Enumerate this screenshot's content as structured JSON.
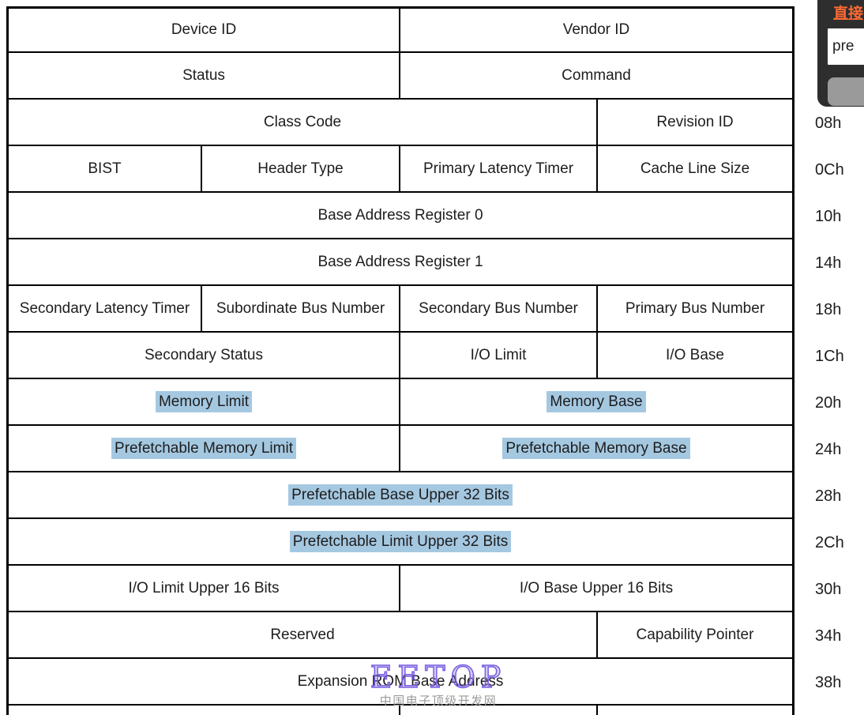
{
  "table": {
    "description": "PCI-to-PCI bridge configuration header register layout",
    "rows": [
      {
        "offset": "",
        "cells": [
          {
            "label": "Device ID",
            "span": 2
          },
          {
            "label": "Vendor ID",
            "span": 2
          }
        ]
      },
      {
        "offset": "",
        "cells": [
          {
            "label": "Status",
            "span": 2
          },
          {
            "label": "Command",
            "span": 2
          }
        ]
      },
      {
        "offset": "08h",
        "cells": [
          {
            "label": "Class Code",
            "span": 3
          },
          {
            "label": "Revision ID",
            "span": 1
          }
        ]
      },
      {
        "offset": "0Ch",
        "cells": [
          {
            "label": "BIST",
            "span": 1
          },
          {
            "label": "Header Type",
            "span": 1
          },
          {
            "label": "Primary Latency Timer",
            "span": 1
          },
          {
            "label": "Cache Line Size",
            "span": 1
          }
        ]
      },
      {
        "offset": "10h",
        "cells": [
          {
            "label": "Base Address Register 0",
            "span": 4
          }
        ]
      },
      {
        "offset": "14h",
        "cells": [
          {
            "label": "Base Address Register 1",
            "span": 4
          }
        ]
      },
      {
        "offset": "18h",
        "cells": [
          {
            "label": "Secondary Latency Timer",
            "span": 1
          },
          {
            "label": "Subordinate Bus Number",
            "span": 1
          },
          {
            "label": "Secondary Bus Number",
            "span": 1
          },
          {
            "label": "Primary Bus Number",
            "span": 1
          }
        ]
      },
      {
        "offset": "1Ch",
        "cells": [
          {
            "label": "Secondary Status",
            "span": 2
          },
          {
            "label": "I/O Limit",
            "span": 1
          },
          {
            "label": "I/O Base",
            "span": 1
          }
        ]
      },
      {
        "offset": "20h",
        "cells": [
          {
            "label": "Memory Limit",
            "span": 2,
            "highlighted": true
          },
          {
            "label": "Memory Base",
            "span": 2,
            "highlighted": true
          }
        ]
      },
      {
        "offset": "24h",
        "cells": [
          {
            "label": "Prefetchable Memory Limit",
            "span": 2,
            "highlighted": true
          },
          {
            "label": "Prefetchable Memory Base",
            "span": 2,
            "highlighted": true
          }
        ]
      },
      {
        "offset": "28h",
        "cells": [
          {
            "label": "Prefetchable Base Upper 32 Bits",
            "span": 4,
            "highlighted": true
          }
        ]
      },
      {
        "offset": "2Ch",
        "cells": [
          {
            "label": "Prefetchable Limit Upper 32 Bits",
            "span": 4,
            "highlighted": true
          }
        ]
      },
      {
        "offset": "30h",
        "cells": [
          {
            "label": "I/O Limit Upper 16 Bits",
            "span": 2
          },
          {
            "label": "I/O Base Upper 16 Bits",
            "span": 2
          }
        ]
      },
      {
        "offset": "34h",
        "cells": [
          {
            "label": "Reserved",
            "span": 3
          },
          {
            "label": "Capability Pointer",
            "span": 1
          }
        ]
      },
      {
        "offset": "38h",
        "cells": [
          {
            "label": "Expansion ROM Base Address",
            "span": 4
          }
        ]
      }
    ]
  },
  "selection": {
    "highlight_color": "#a5c8e1"
  },
  "watermark": {
    "brand": "EETOP",
    "brand_color": "#7a5ee1",
    "site_name": "中国电子顶级开发网",
    "site_color": "#9b9b9b"
  },
  "find_widget": {
    "link_label": "直接",
    "link_color": "#ff6a33",
    "input_value": "pre",
    "button_label": "",
    "panel_color": "#2e2e2e",
    "button_color": "#9a9a9a"
  }
}
